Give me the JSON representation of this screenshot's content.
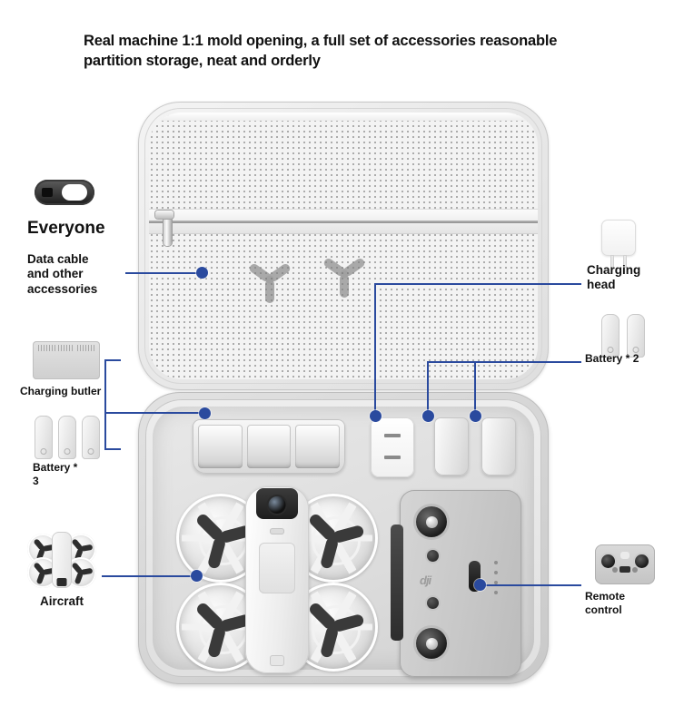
{
  "title": "Real machine 1:1 mold opening, a full set of accessories reasonable partition storage, neat and orderly",
  "accent_color": "#2a4a9e",
  "background_color": "#ffffff",
  "labels": {
    "everyone": "Everyone",
    "data_cable": "Data cable\nand other\naccessories",
    "charging_butler": "Charging butler",
    "battery_3": "Battery *\n3",
    "charging_head": "Charging\nhead",
    "battery_2": "Battery * 2",
    "aircraft": "Aircraft",
    "remote_control": "Remote\ncontrol"
  },
  "callouts": [
    {
      "id": "data-cable",
      "label": "Data cable and other accessories",
      "side": "left",
      "target": "lid-mesh-pocket"
    },
    {
      "id": "charging-butler",
      "label": "Charging butler",
      "side": "left",
      "target": "charger-hub-tray"
    },
    {
      "id": "battery-3",
      "label": "Battery * 3",
      "side": "left",
      "target": "charger-hub-tray"
    },
    {
      "id": "aircraft",
      "label": "Aircraft",
      "side": "left",
      "target": "drone"
    },
    {
      "id": "charging-head",
      "label": "Charging head",
      "side": "right",
      "target": "charging-brick"
    },
    {
      "id": "battery-2",
      "label": "Battery * 2",
      "side": "right",
      "target": "in-case-batteries"
    },
    {
      "id": "remote-control",
      "label": "Remote control",
      "side": "right",
      "target": "remote-controller"
    }
  ],
  "case": {
    "lid": {
      "pocket": "zippered mesh pocket",
      "contents": "propeller blades"
    },
    "base": {
      "compartments": [
        "three-slot charging hub",
        "charging brick",
        "battery bay 1",
        "battery bay 2",
        "drone bay",
        "remote control bay"
      ]
    }
  },
  "counts": {
    "lid_propellers": 2,
    "hub_slots": 3,
    "left_batteries": 3,
    "right_batteries": 2,
    "in_case_batteries": 2,
    "drone_rotors": 4
  },
  "brand_mark": "dji"
}
